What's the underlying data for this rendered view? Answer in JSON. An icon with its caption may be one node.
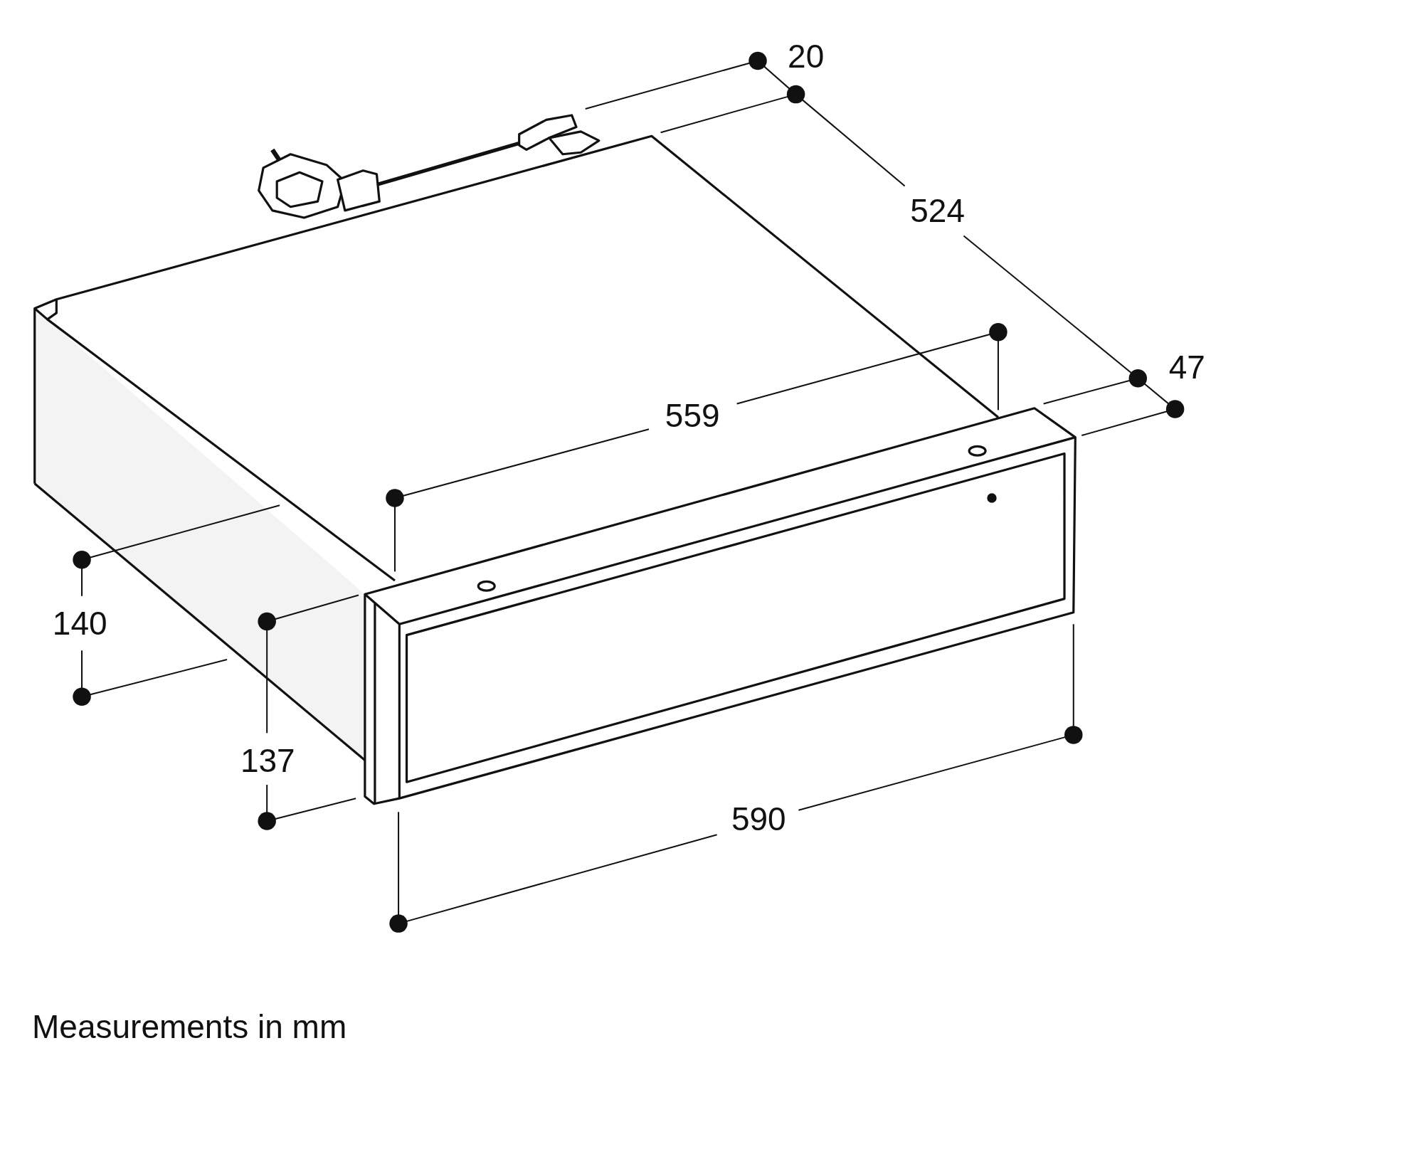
{
  "diagram": {
    "caption": "Measurements in mm",
    "labels": [
      "20",
      "524",
      "47",
      "559",
      "140",
      "137",
      "590"
    ]
  }
}
